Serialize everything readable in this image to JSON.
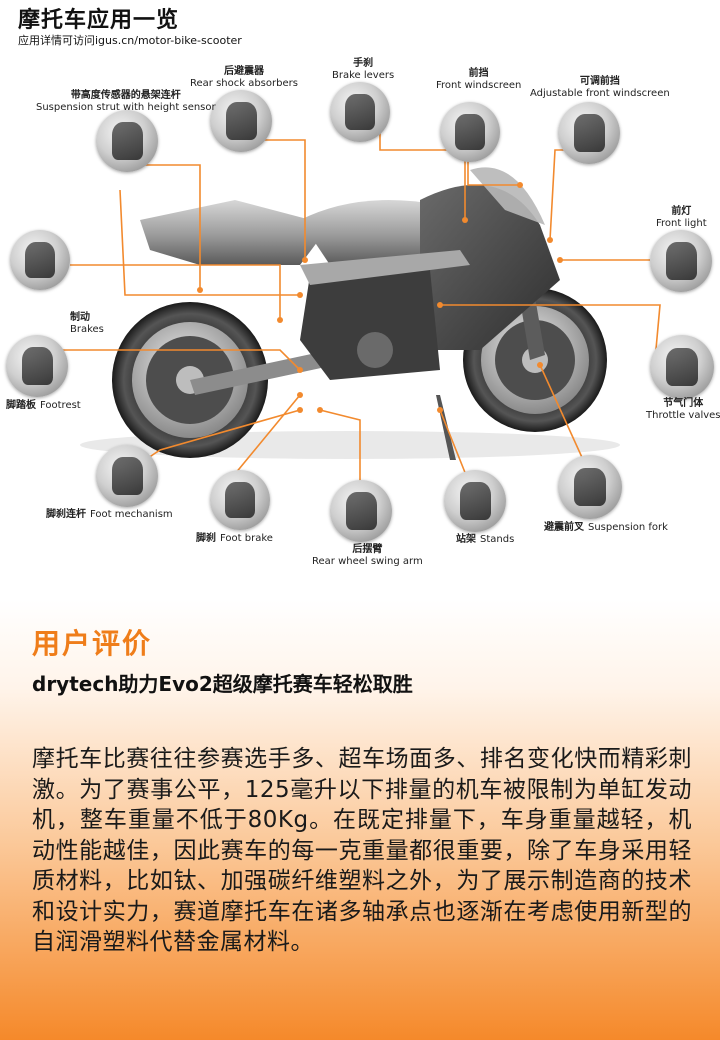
{
  "header": {
    "title": "摩托车应用一览",
    "subtitle": "应用详情可访问igus.cn/motor-bike-scooter"
  },
  "diagram": {
    "parts": [
      {
        "id": "rear-shock",
        "zh": "后避震器",
        "en": "Rear shock absorbers"
      },
      {
        "id": "brake-levers",
        "zh": "手刹",
        "en": "Brake levers"
      },
      {
        "id": "front-windscreen",
        "zh": "前挡",
        "en": "Front windscreen"
      },
      {
        "id": "adjustable-windscreen",
        "zh": "可调前挡",
        "en": "Adjustable front windscreen"
      },
      {
        "id": "suspension-strut",
        "zh": "带高度传感器的悬架连杆",
        "en": "Suspension strut with height sensor"
      },
      {
        "id": "front-light",
        "zh": "前灯",
        "en": "Front light"
      },
      {
        "id": "brakes",
        "zh": "制动",
        "en": "Brakes"
      },
      {
        "id": "footrest",
        "zh": "脚踏板",
        "en": "Footrest"
      },
      {
        "id": "throttle-valves",
        "zh": "节气门体",
        "en": "Throttle valves"
      },
      {
        "id": "foot-mechanism",
        "zh": "脚刹连杆",
        "en": "Foot mechanism"
      },
      {
        "id": "foot-brake",
        "zh": "脚刹",
        "en": "Foot brake"
      },
      {
        "id": "stands",
        "zh": "站架",
        "en": "Stands"
      },
      {
        "id": "suspension-fork",
        "zh": "避震前叉",
        "en": "Suspension fork"
      },
      {
        "id": "swing-arm",
        "zh": "后摆臂",
        "en": "Rear wheel swing arm"
      }
    ]
  },
  "review": {
    "heading": "用户评价",
    "subheading": "drytech助力Evo2超级摩托赛车轻松取胜",
    "body": "摩托车比赛往往参赛选手多、超车场面多、排名变化快而精彩刺激。为了赛事公平，125毫升以下排量的机车被限制为单缸发动机，整车重量不低于80Kg。在既定排量下，车身重量越轻，机动性能越佳，因此赛车的每一克重量都很重要，除了车身采用轻质材料，比如钛、加强碳纤维塑料之外，为了展示制造商的技术和设计实力，赛道摩托车在诸多轴承点也逐渐在考虑使用新型的自润滑塑料代替金属材料。"
  },
  "colors": {
    "accent": "#ef7d1a",
    "leader_line": "#f28a2e"
  }
}
